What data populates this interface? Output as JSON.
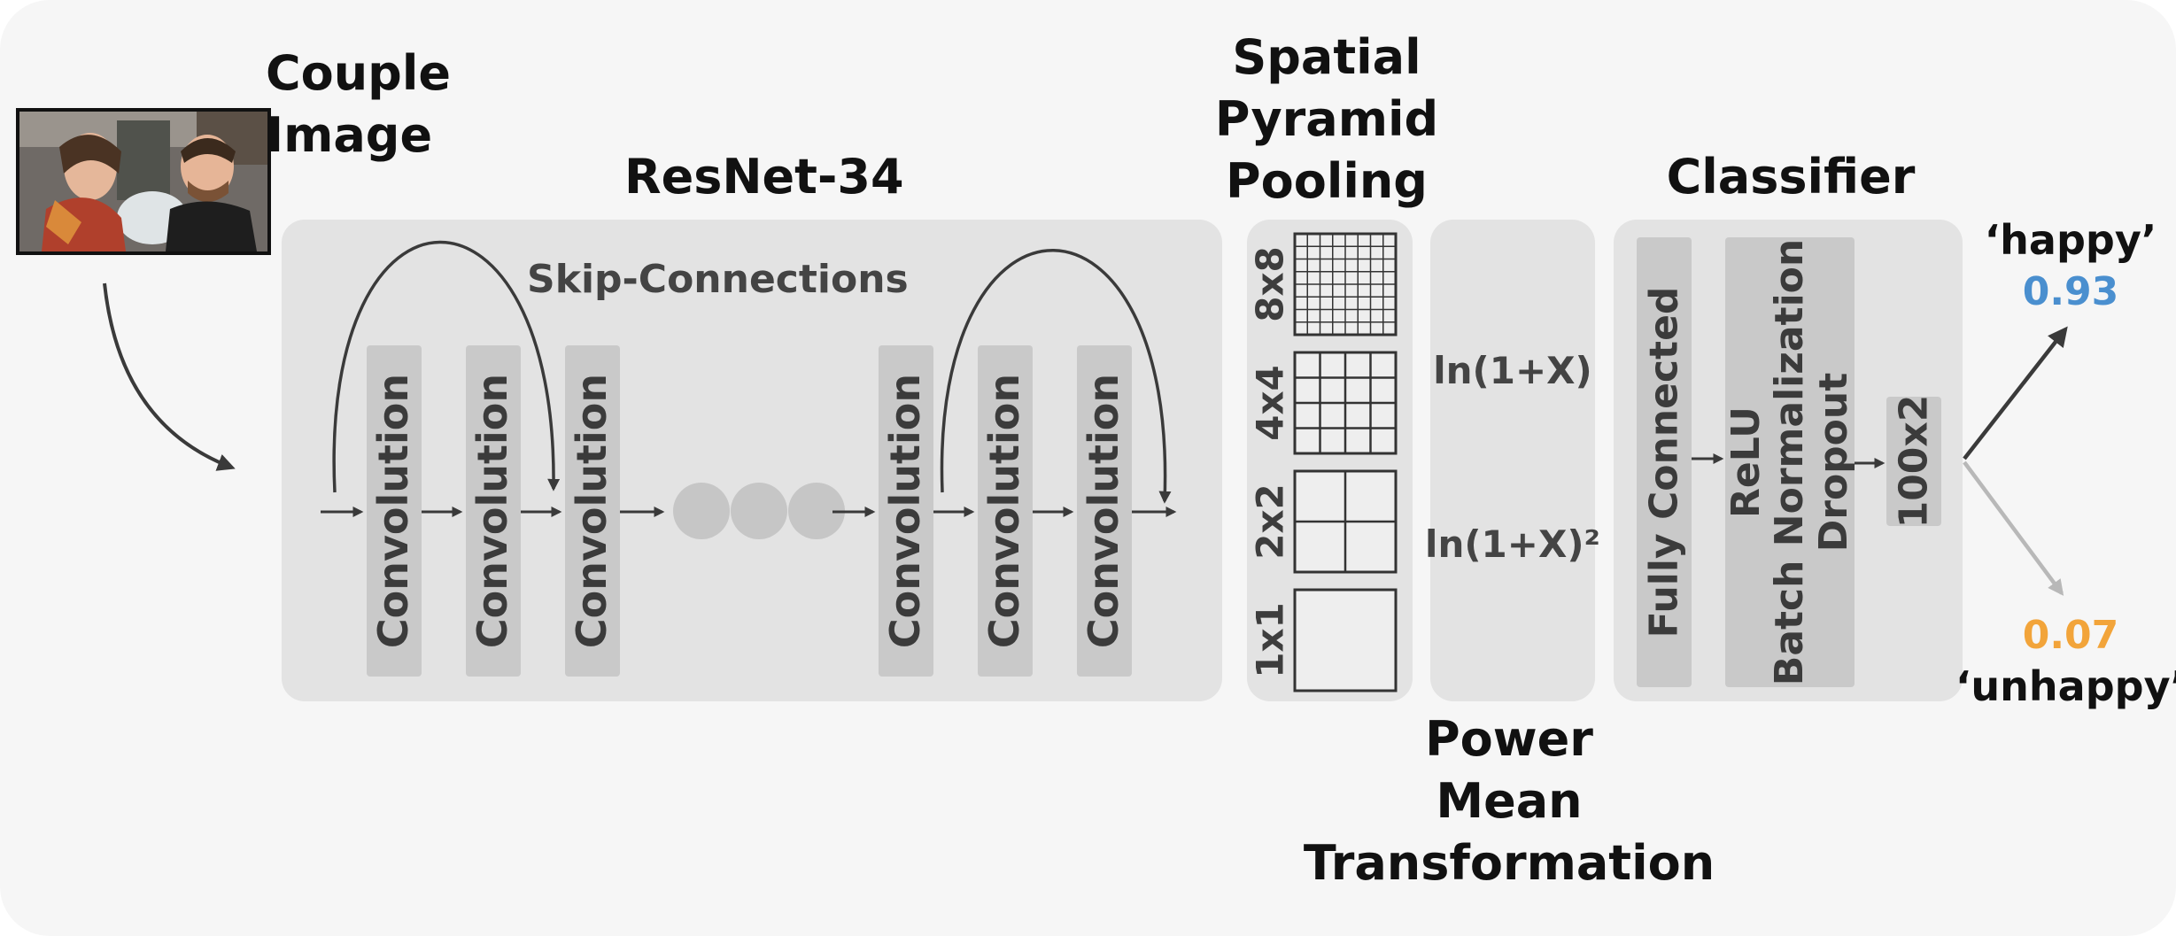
{
  "input": {
    "title": "Couple\nImage"
  },
  "resnet": {
    "title": "ResNet-34",
    "skip_label": "Skip-Connections",
    "layer_label": "Convolution"
  },
  "spp": {
    "title": "Spatial\nPyramid\nPooling",
    "grids": [
      {
        "label": "8x8",
        "n": 8
      },
      {
        "label": "4x4",
        "n": 4
      },
      {
        "label": "2x2",
        "n": 2
      },
      {
        "label": "1x1",
        "n": 1
      }
    ]
  },
  "power_mean": {
    "title": "Power\nMean\nTransformation",
    "formula_1": "ln(1+X)",
    "formula_2": "ln(1+X)²"
  },
  "classifier": {
    "title": "Classifier",
    "fc_label": "Fully Connected",
    "bn_label": "ReLU\nBatch Normalization\nDropout",
    "out_label": "100x2"
  },
  "outputs": {
    "happy": {
      "label": "‘happy’",
      "score": "0.93",
      "color": "#4a8fcf"
    },
    "unhappy": {
      "label": "‘unhappy’",
      "score": "0.07",
      "color": "#f2a43a"
    }
  },
  "colors": {
    "arrow": "#3a3a3a",
    "arrow_light": "#b8b8b8",
    "panel": "#e3e3e3",
    "block": "#c9c9c9"
  }
}
